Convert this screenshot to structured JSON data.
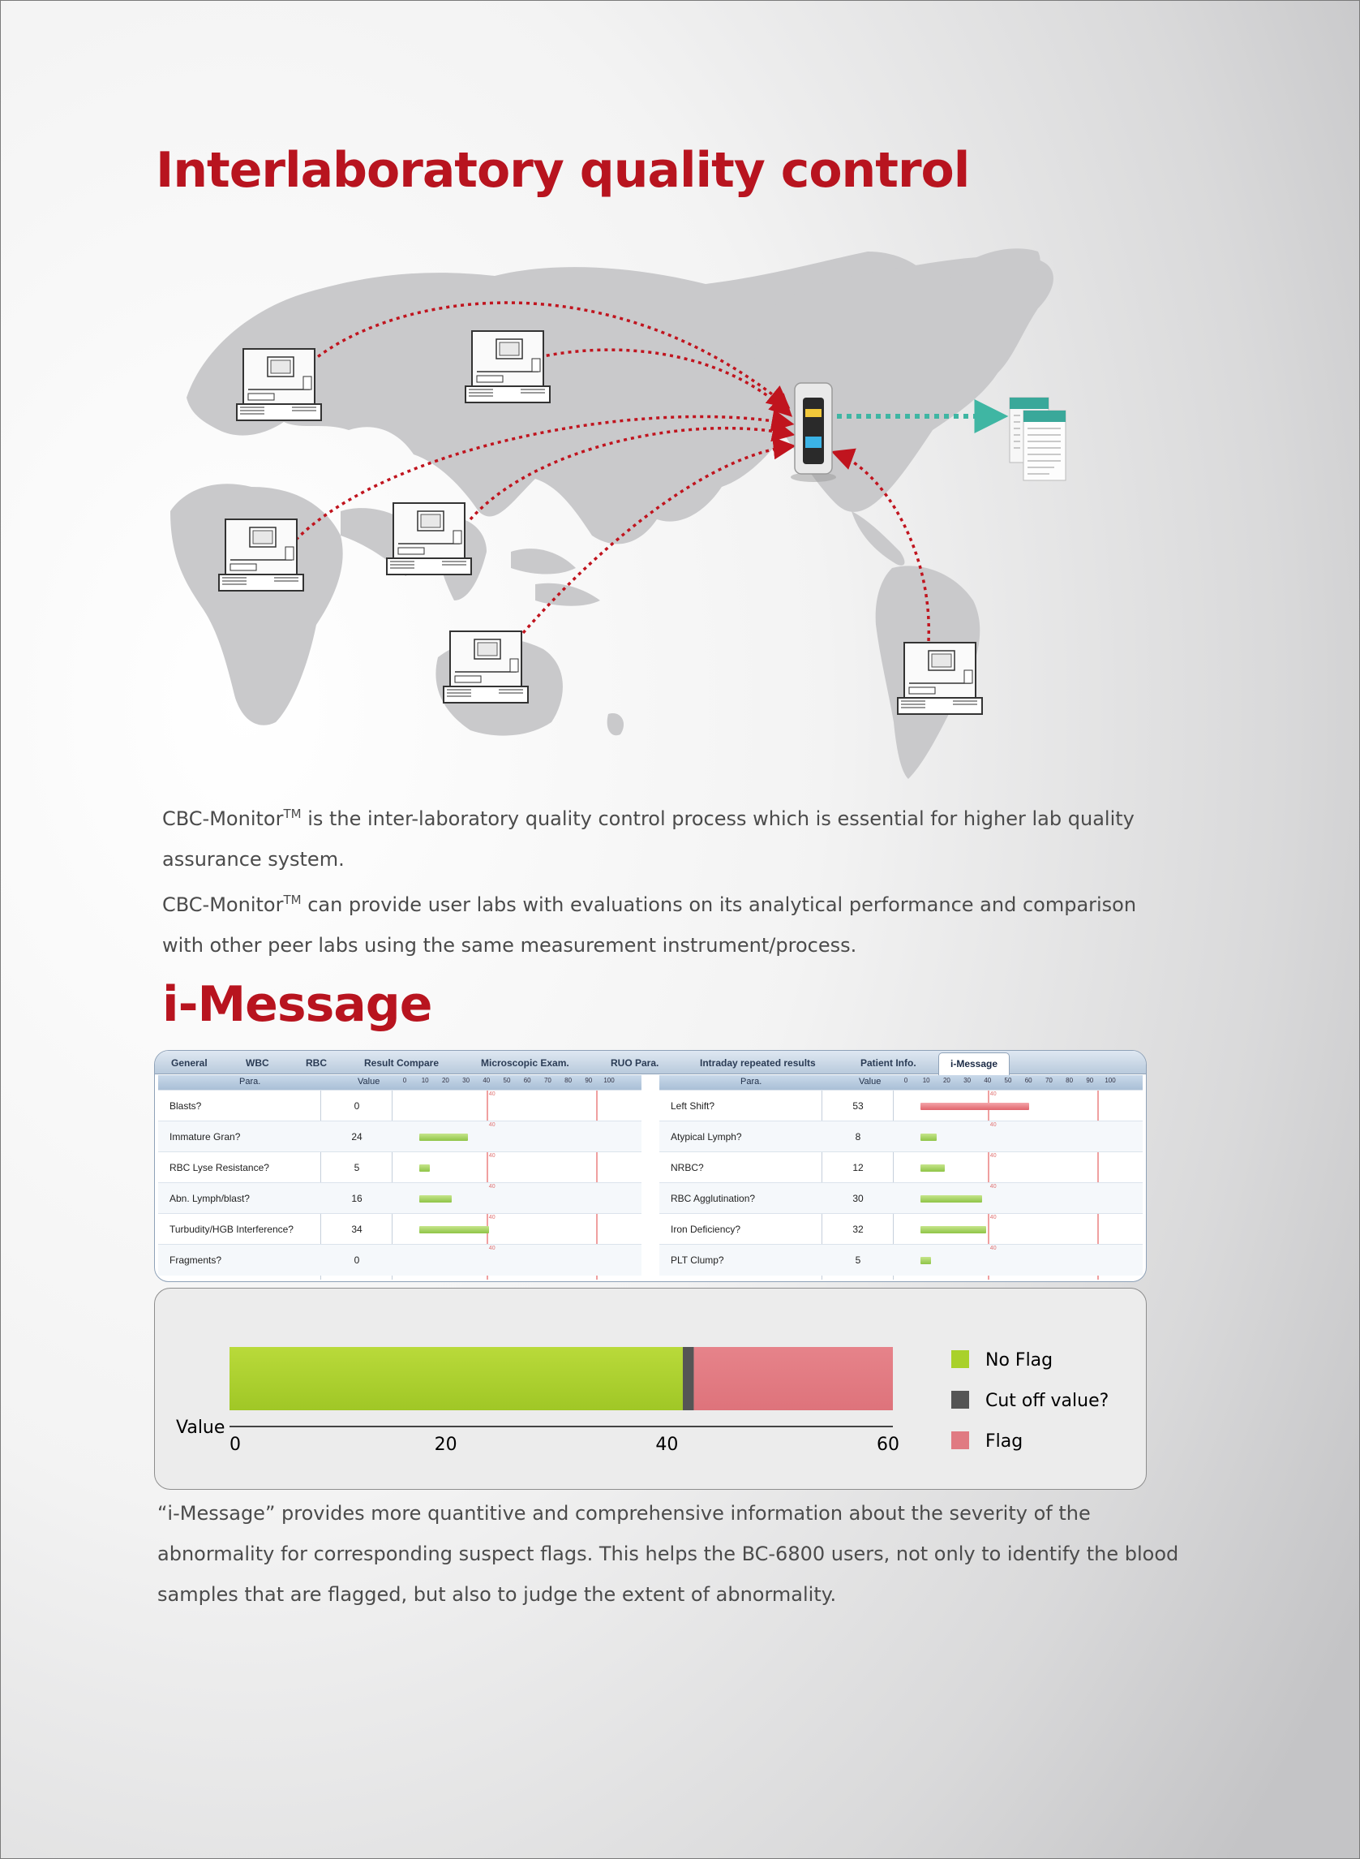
{
  "heading1": "Interlaboratory quality control",
  "heading2": "i-Message",
  "cbc_paragraph": {
    "line1_pre": "CBC-Monitor",
    "tm": "TM",
    "line1_post": " is the inter-laboratory quality control process which is essential for higher lab quality assurance system.",
    "line2_pre": "CBC-Monitor",
    "line2_post": " can provide user labs with evaluations on its analytical performance and comparison with other peer labs using the same measurement instrument/process."
  },
  "imessage_paragraph": "“i-Message” provides more quantitive and comprehensive information about the severity of the abnormality for corresponding suspect flags. This helps the BC-6800 users, not only to identify the blood samples that are flagged, but also to judge the extent of abnormality.",
  "tabs": [
    "General",
    "WBC",
    "RBC",
    "Result Compare",
    "Microscopic Exam.",
    "RUO Para.",
    "Intraday repeated results",
    "Patient Info.",
    "i-Message"
  ],
  "active_tab": "i-Message",
  "table_headers": {
    "para": "Para.",
    "value": "Value"
  },
  "scale_ticks": [
    "0",
    "10",
    "20",
    "30",
    "40",
    "50",
    "60",
    "70",
    "80",
    "90",
    "100"
  ],
  "cutoff_mark": "40",
  "left_rows": [
    {
      "name": "Blasts?",
      "value": "0",
      "v": 0
    },
    {
      "name": "Immature Gran?",
      "value": "24",
      "v": 24
    },
    {
      "name": "RBC Lyse Resistance?",
      "value": "5",
      "v": 5
    },
    {
      "name": "Abn. Lymph/blast?",
      "value": "16",
      "v": 16
    },
    {
      "name": "Turbudity/HGB Interference?",
      "value": "34",
      "v": 34
    },
    {
      "name": "Fragments?",
      "value": "0",
      "v": 0
    }
  ],
  "right_rows": [
    {
      "name": "Left Shift?",
      "value": "53",
      "v": 53
    },
    {
      "name": "Atypical Lymph?",
      "value": "8",
      "v": 8
    },
    {
      "name": "NRBC?",
      "value": "12",
      "v": 12
    },
    {
      "name": "RBC Agglutination?",
      "value": "30",
      "v": 30
    },
    {
      "name": "Iron Deficiency?",
      "value": "32",
      "v": 32
    },
    {
      "name": "PLT Clump?",
      "value": "5",
      "v": 5
    }
  ],
  "chart_data": {
    "type": "bar",
    "ylabel": "Value",
    "xlim": [
      0,
      60
    ],
    "ticks": [
      "0",
      "20",
      "40",
      "60"
    ],
    "segments": [
      {
        "name": "No Flag",
        "from": 0,
        "to": 41,
        "color": "#a9d12a"
      },
      {
        "name": "Cut off value?",
        "from": 41,
        "to": 42,
        "color": "#555555"
      },
      {
        "name": "Flag",
        "from": 42,
        "to": 60,
        "color": "#e07a82"
      }
    ],
    "legend": [
      "No Flag",
      "Cut off value?",
      "Flag"
    ],
    "legend_position": "right"
  },
  "colors": {
    "heading": "#b8141f",
    "no_flag": "#a9d12a",
    "cutoff": "#555555",
    "flag": "#e07a82",
    "dotted_link": "#c0141e",
    "teal_link": "#3fb6a3"
  }
}
